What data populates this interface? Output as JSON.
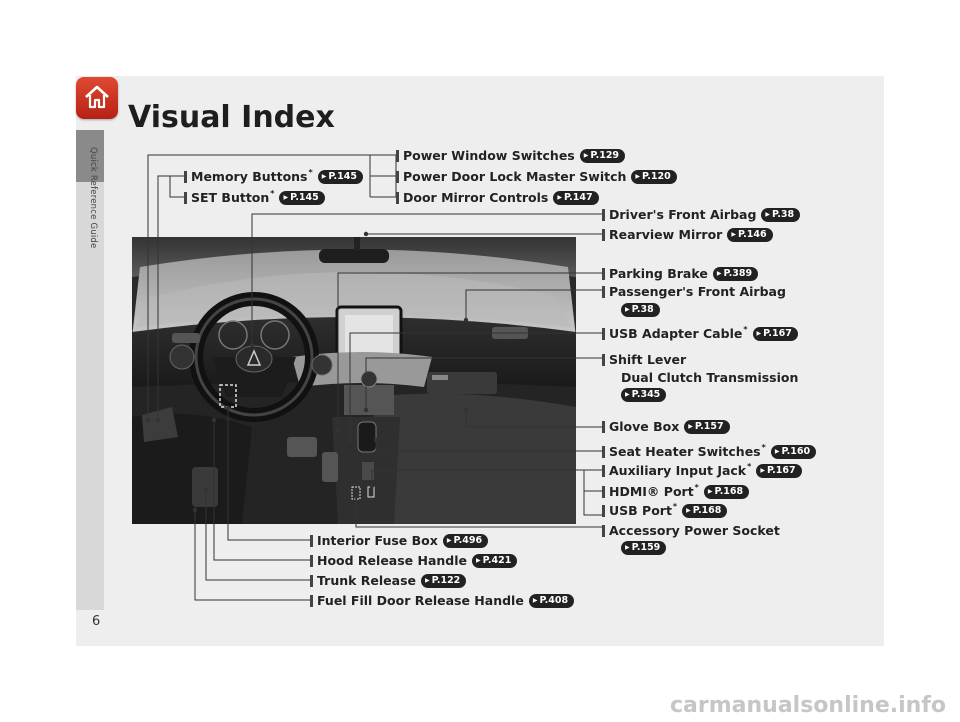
{
  "page": {
    "title": "Visual Index",
    "page_number": "6",
    "side_label": "Quick Reference Guide",
    "watermark": "carmanualsonline.info"
  },
  "icons": {
    "home": "home-icon"
  },
  "callouts": {
    "power_window_switches": {
      "label": "Power Window Switches",
      "ref": "P.129"
    },
    "memory_buttons": {
      "label": "Memory Buttons",
      "star": "*",
      "ref": "P.145"
    },
    "power_door_lock": {
      "label": "Power Door Lock Master Switch",
      "ref": "P.120"
    },
    "set_button": {
      "label": "SET Button",
      "star": "*",
      "ref": "P.145"
    },
    "door_mirror_controls": {
      "label": "Door Mirror Controls",
      "ref": "P.147"
    },
    "drivers_front_airbag": {
      "label": "Driver's Front Airbag",
      "ref": "P.38"
    },
    "rearview_mirror": {
      "label": "Rearview Mirror",
      "ref": "P.146"
    },
    "parking_brake": {
      "label": "Parking Brake",
      "ref": "P.389"
    },
    "passengers_front_airbag": {
      "label": "Passenger's Front Airbag",
      "ref": "P.38"
    },
    "usb_adapter_cable": {
      "label": "USB Adapter Cable",
      "star": "*",
      "ref": "P.167"
    },
    "shift_lever": {
      "label": "Shift Lever",
      "sub": "Dual Clutch Transmission",
      "ref": "P.345"
    },
    "glove_box": {
      "label": "Glove Box",
      "ref": "P.157"
    },
    "seat_heater_switches": {
      "label": "Seat Heater Switches",
      "star": "*",
      "ref": "P.160"
    },
    "auxiliary_input_jack": {
      "label": "Auxiliary Input Jack",
      "star": "*",
      "ref": "P.167"
    },
    "hdmi_port": {
      "label": "HDMI® Port",
      "star": "*",
      "ref": "P.168"
    },
    "usb_port": {
      "label": "USB Port",
      "star": "*",
      "ref": "P.168"
    },
    "accessory_power_socket": {
      "label": "Accessory Power Socket",
      "ref": "P.159"
    },
    "interior_fuse_box": {
      "label": "Interior Fuse Box",
      "ref": "P.496"
    },
    "hood_release_handle": {
      "label": "Hood Release Handle",
      "ref": "P.421"
    },
    "trunk_release": {
      "label": "Trunk Release",
      "ref": "P.122"
    },
    "fuel_fill_door_release": {
      "label": "Fuel Fill Door Release Handle",
      "ref": "P.408"
    }
  }
}
